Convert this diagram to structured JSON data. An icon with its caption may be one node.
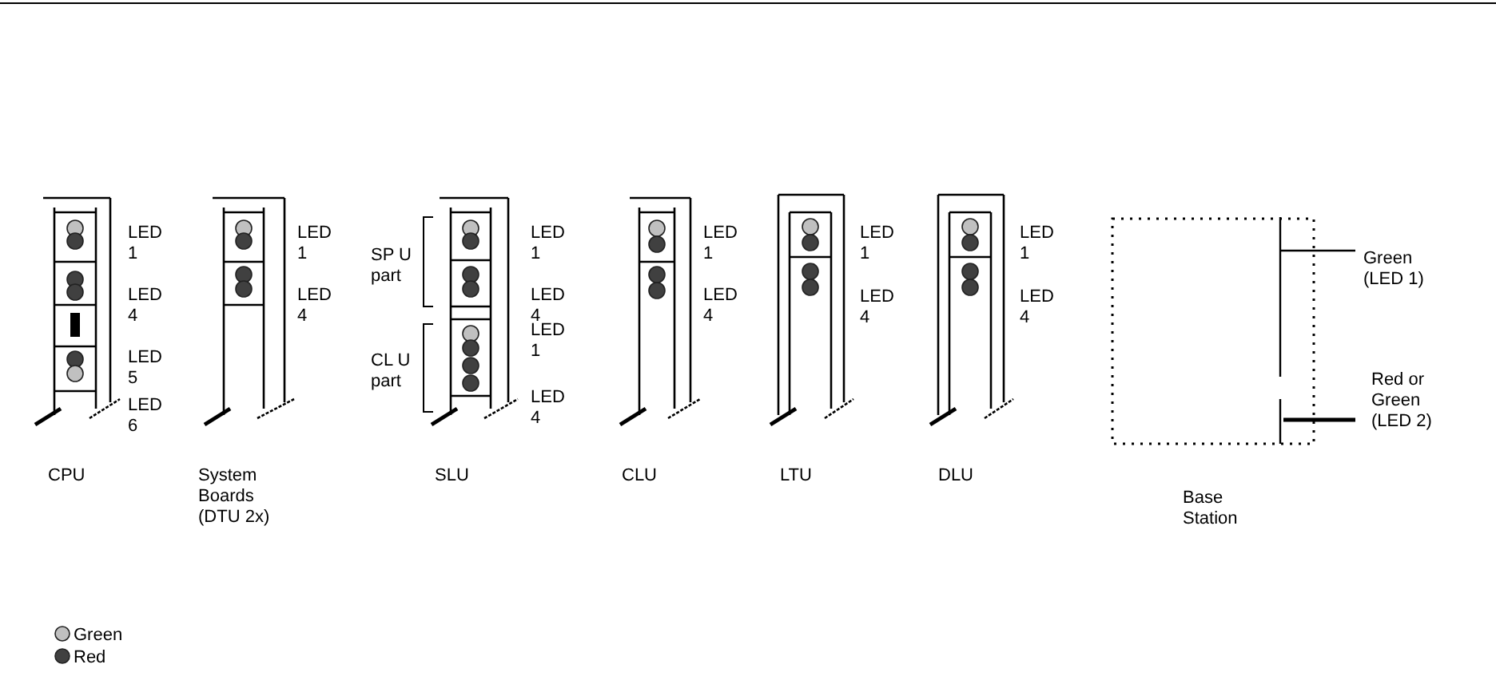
{
  "diagram": {
    "labels": [
      "LED 1",
      "LED 4",
      "LED 5",
      "LED 6",
      "CPU",
      "LED 1",
      "LED 4",
      "System Boards (DTU 2x)",
      "SP U part",
      "CL U part",
      "LED 1",
      "LED 4",
      "LED 1",
      "LED 4",
      "SLU",
      "LED 1",
      "LED 4",
      "CLU",
      "LED 1",
      "LED 4",
      "LTU",
      "LED 1",
      "LED 4",
      "DLU",
      "Green (LED 1)",
      "Red or Green (LED 2)",
      "Base Station"
    ],
    "legend": [
      {
        "text": "Green",
        "color": "#c0c0c0"
      },
      {
        "text": "Red",
        "color": "#404040"
      }
    ]
  }
}
